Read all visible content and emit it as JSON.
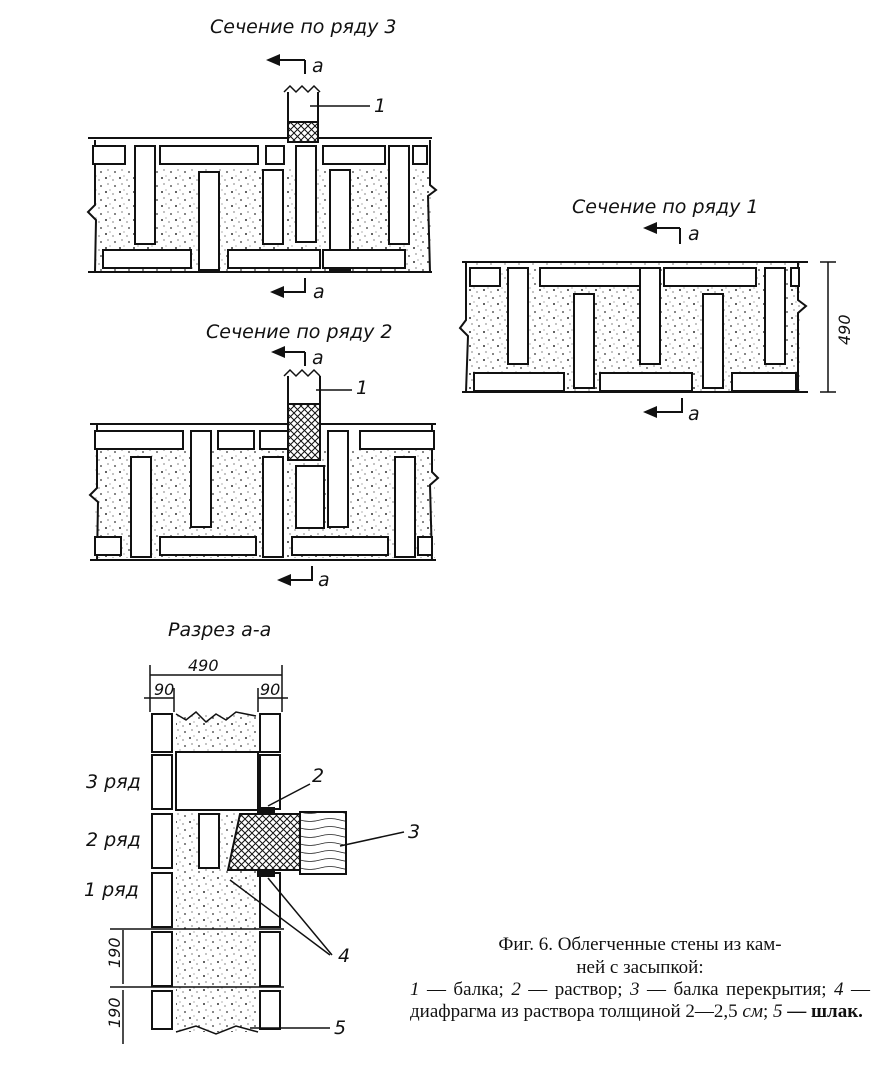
{
  "sections": {
    "row3_title": "Сечение по ряду 3",
    "row1_title": "Сечение по ряду 1",
    "row2_title": "Сечение по ряду 2",
    "cut_title": "Разрез а-а",
    "cut_mark": "а"
  },
  "dimensions": {
    "wall": "490",
    "face": "90",
    "course": "190"
  },
  "rows": {
    "row3": "3 ряд",
    "row2": "2 ряд",
    "row1": "1 ряд"
  },
  "callouts": [
    "1",
    "2",
    "3",
    "4",
    "5"
  ],
  "caption": {
    "line1": "Фиг. 6. Облегченные стены из кам-",
    "line2": "ней с засыпкой:",
    "legend": [
      {
        "num": "1",
        "text": " — балка; "
      },
      {
        "num": "2",
        "text": " — раствор; "
      },
      {
        "num": "3",
        "text": " — балка перекрытия; "
      },
      {
        "num": "4",
        "text": " — диафрагма из раствора толщиной 2—2,5 "
      },
      {
        "num": "см",
        "text": "; "
      },
      {
        "num": "5",
        "text": " — шлак."
      }
    ]
  }
}
